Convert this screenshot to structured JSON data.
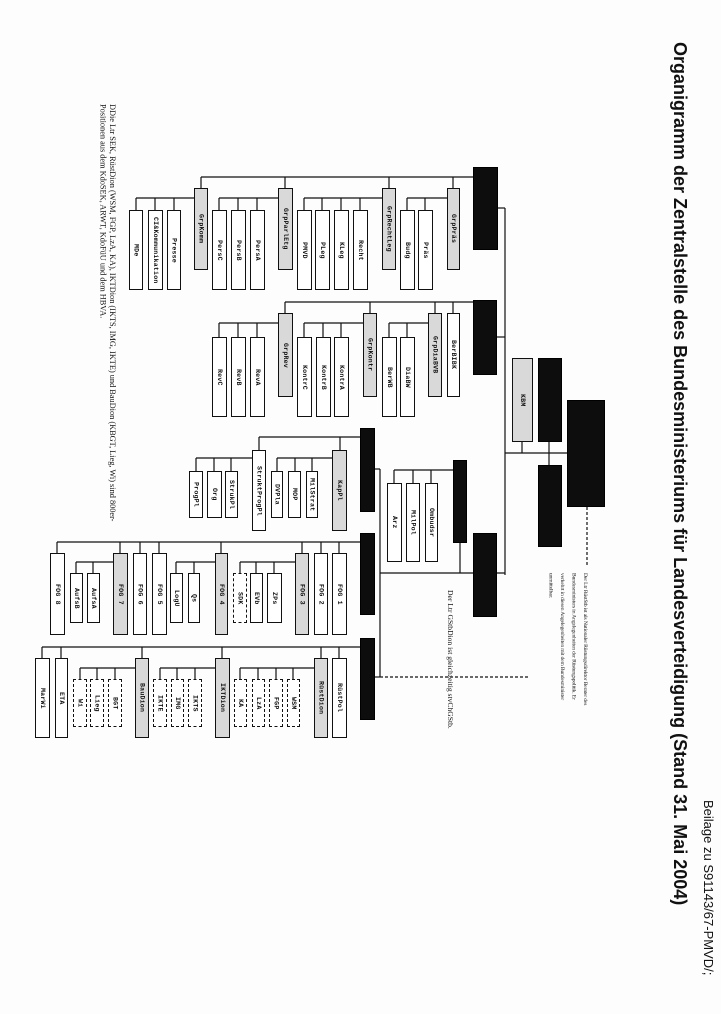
{
  "header": {
    "reference": "Beilage zu S91143/67-PMVD/;",
    "title": "Organigramm der Zentralstelle des Bundesministeriums für Landesverteidigung (Stand 31. Mai 2004)"
  },
  "notes": {
    "ruestungsdirektor": "Der Ltr RüstStb ist als Nationaler Rüstungsdirektor Berater des Bundesministers in Angelegenheiten der Rüstungspolitik. Er verkehrt in diesen Angelegenheiten mit dem Bundesminister unmittelbar.",
    "gstb": "Der Ltr GStbDion ist gleichzeitig stvChGStb.",
    "footnote": "DDie Ltr SEK, RüstDion (WSM, FGP, LzA, KA), IKTDion (IKTS, IMG, IKTE) und BauDion (KBGT, Lieg, Wi) sind 800er-Positionen aus dem KdoSEK, ARWT, KdoFüU und dem HBVA."
  },
  "units": {
    "kbm": "KBM",
    "grp_praes": "GrpPräs",
    "praes": "Präs",
    "budg": "Budg",
    "grp_rechtleg": "GrpRechtLeg",
    "recht": "Recht",
    "kleg": "KLeg",
    "pleg": "PLeg",
    "pmvd": "PMVD",
    "grp_parletg": "GrpParlEtg",
    "pers_a": "PersA",
    "pers_b": "PersB",
    "pers_c": "PersC",
    "grp_komm": "GrpKomm",
    "presse": "Presse",
    "ci_komm": "CI&Kommunikation",
    "mde": "MDe",
    "ber_bibk": "BerBIBK",
    "grp_diabvb": "GrpDiaBVB",
    "dia_bw": "DiaBW",
    "ber_wb": "BerWB",
    "grp_kontr": "GrpKontr",
    "kontr_a": "KontrA",
    "kontr_b": "KontrB",
    "kontr_c": "KontrC",
    "grp_rev": "GrpRev",
    "rev_a": "RevA",
    "rev_b": "RevB",
    "rev_c": "RevC",
    "kap_pl": "KapPl",
    "mil_strat": "MilStrat",
    "mop": "MOP",
    "dv_pla": "DVPla",
    "strukt_progpl": "StruktProgPl",
    "struk_pl": "StrukPl",
    "org": "Org",
    "prog_pl": "ProgPl",
    "ombudsr": "Ombudsr",
    "mil_pol": "MilPol",
    "arz": "Arz",
    "fog1": "FOG 1",
    "fog2": "FOG 2",
    "fog3": "FOG 3",
    "zps": "ZPs",
    "evb": "EVb",
    "sdk": "SDK",
    "fog4": "FOG 4",
    "qs": "Qs",
    "logu": "LogU",
    "fog5": "FOG 5",
    "fog6": "FOG 6",
    "fog7": "FOG 7",
    "aufs_a": "AufsA",
    "aufs_b": "AufsB",
    "fog8": "FOG 8",
    "ruest_pol": "RüstPol",
    "ruest_dion": "RüstDion",
    "wsm": "WSM",
    "fgp": "FGP",
    "lza": "LzA",
    "ka": "KA",
    "ikt_dion": "IKTDion",
    "ikts": "IKTS",
    "img": "IMG",
    "ikte": "IKTE",
    "bau_dion": "BauDion",
    "bgt": "BGT",
    "lieg": "Lieg",
    "wi": "Wi",
    "eta": "ETA",
    "mar_wi": "MarWi"
  }
}
